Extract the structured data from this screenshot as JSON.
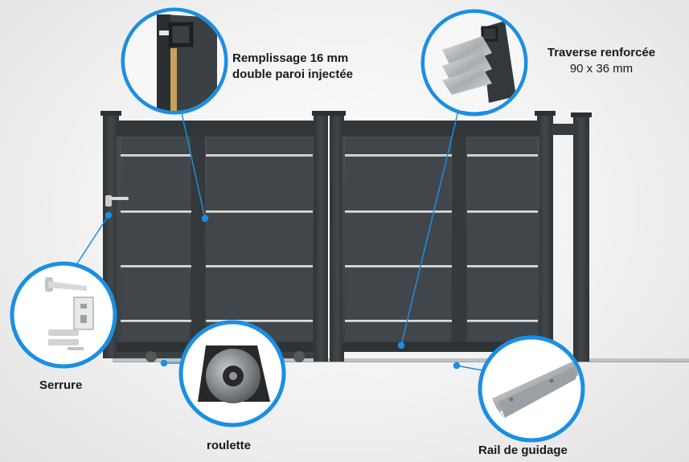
{
  "callouts": {
    "remplissage": {
      "line1": "Remplissage 16 mm",
      "line2": "double paroi injectée",
      "icon": "panel-section-icon"
    },
    "traverse": {
      "line1": "Traverse renforcée",
      "line2": "90 x 36 mm",
      "icon": "profile-section-icon"
    },
    "serrure": {
      "label": "Serrure",
      "icon": "lock-icon"
    },
    "roulette": {
      "label": "roulette",
      "icon": "wheel-icon"
    },
    "rail": {
      "label": "Rail de guidage",
      "icon": "rail-icon"
    }
  },
  "colors": {
    "gate": "#3d4346",
    "gate_dark": "#2f3437",
    "callout_border": "#1a8fe3",
    "slat": "#d6dadc"
  }
}
